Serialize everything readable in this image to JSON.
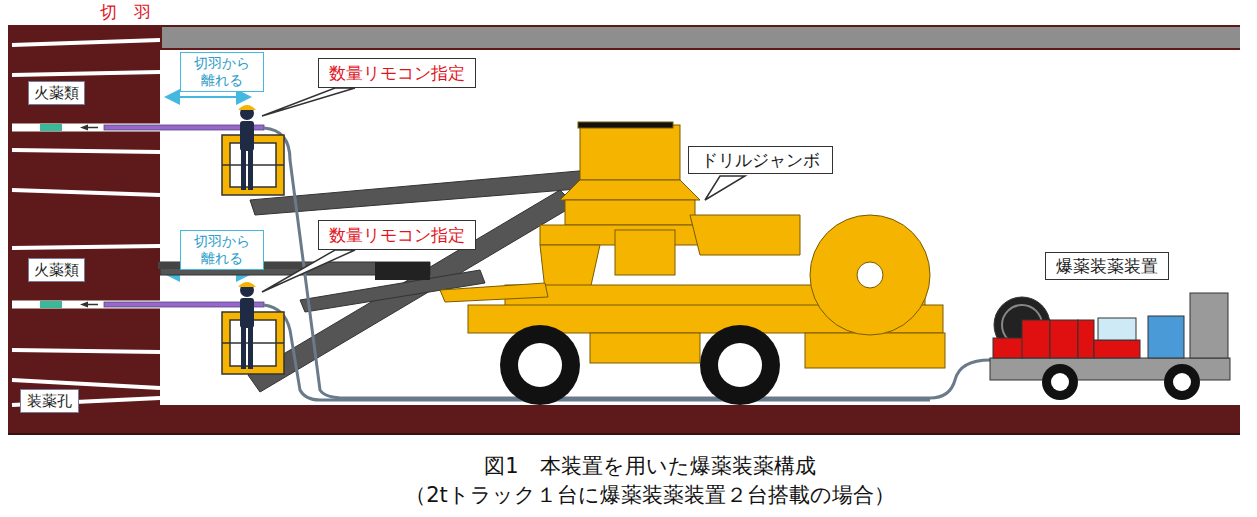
{
  "diagram": {
    "title": "図1　本装置を用いた爆薬装薬構成",
    "caption": "（2tトラック１台に爆薬装薬装置２台搭載の場合）",
    "nodes": [
      {
        "text": [
          "火薬類"
        ]
      },
      {
        "text": [
          "切羽から 離れる"
        ]
      },
      {
        "text": [
          "数量リモコン指定"
        ]
      },
      {
        "text": [
          "ドリルジャンボ"
        ]
      },
      {
        "text": [
          "火薬類"
        ]
      },
      {
        "text": [
          "切羽から 離れる"
        ]
      },
      {
        "text": [
          "数量リモコン指定"
        ]
      },
      {
        "text": [
          "爆薬装薬装置"
        ]
      },
      {
        "text": [
          "装薬孔"
        ]
      }
    ],
    "labels": [
      "切　羽"
    ]
  }
}
